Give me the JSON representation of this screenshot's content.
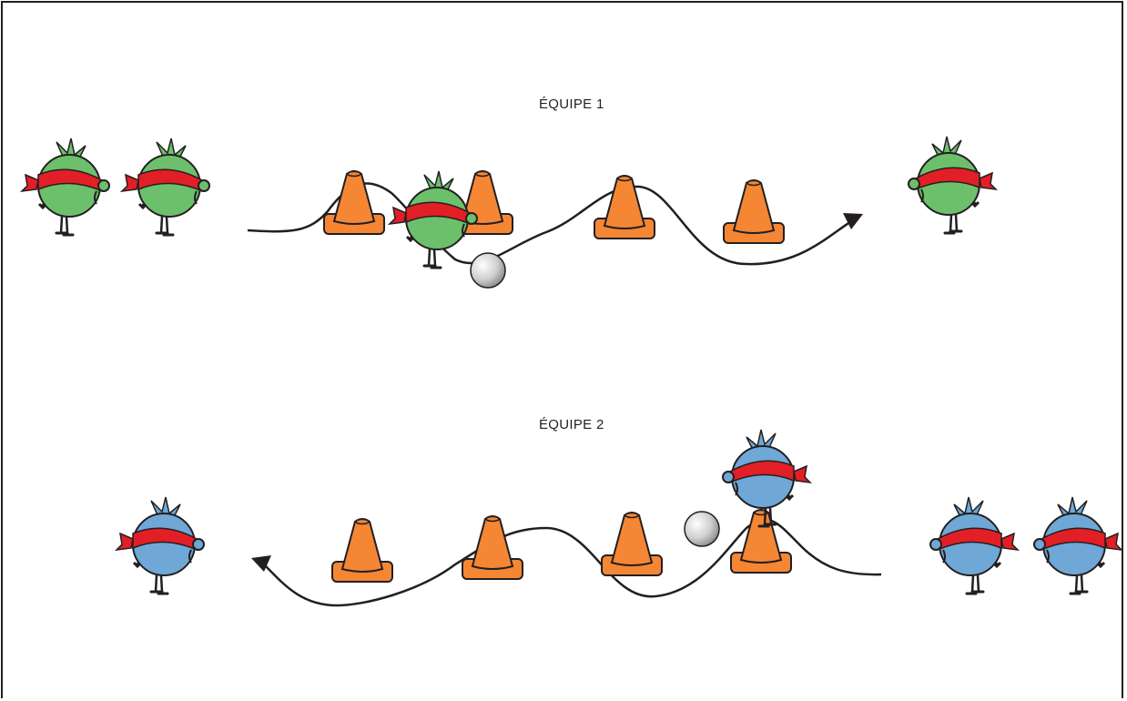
{
  "teams": [
    {
      "label": "ÉQUIPE 1",
      "color": "#6cc06c",
      "direction": "left-to-right"
    },
    {
      "label": "ÉQUIPE 2",
      "color": "#6fa8d6",
      "direction": "right-to-left"
    }
  ],
  "colors": {
    "blindfold": "#e21f26",
    "cone": "#f58634",
    "cone_outline": "#231f20",
    "ball": "#cfcfcf",
    "line": "#231f20",
    "border": "#231f20"
  },
  "icons": [
    "character-icon",
    "cone-icon",
    "ball-icon",
    "arrow-icon"
  ]
}
